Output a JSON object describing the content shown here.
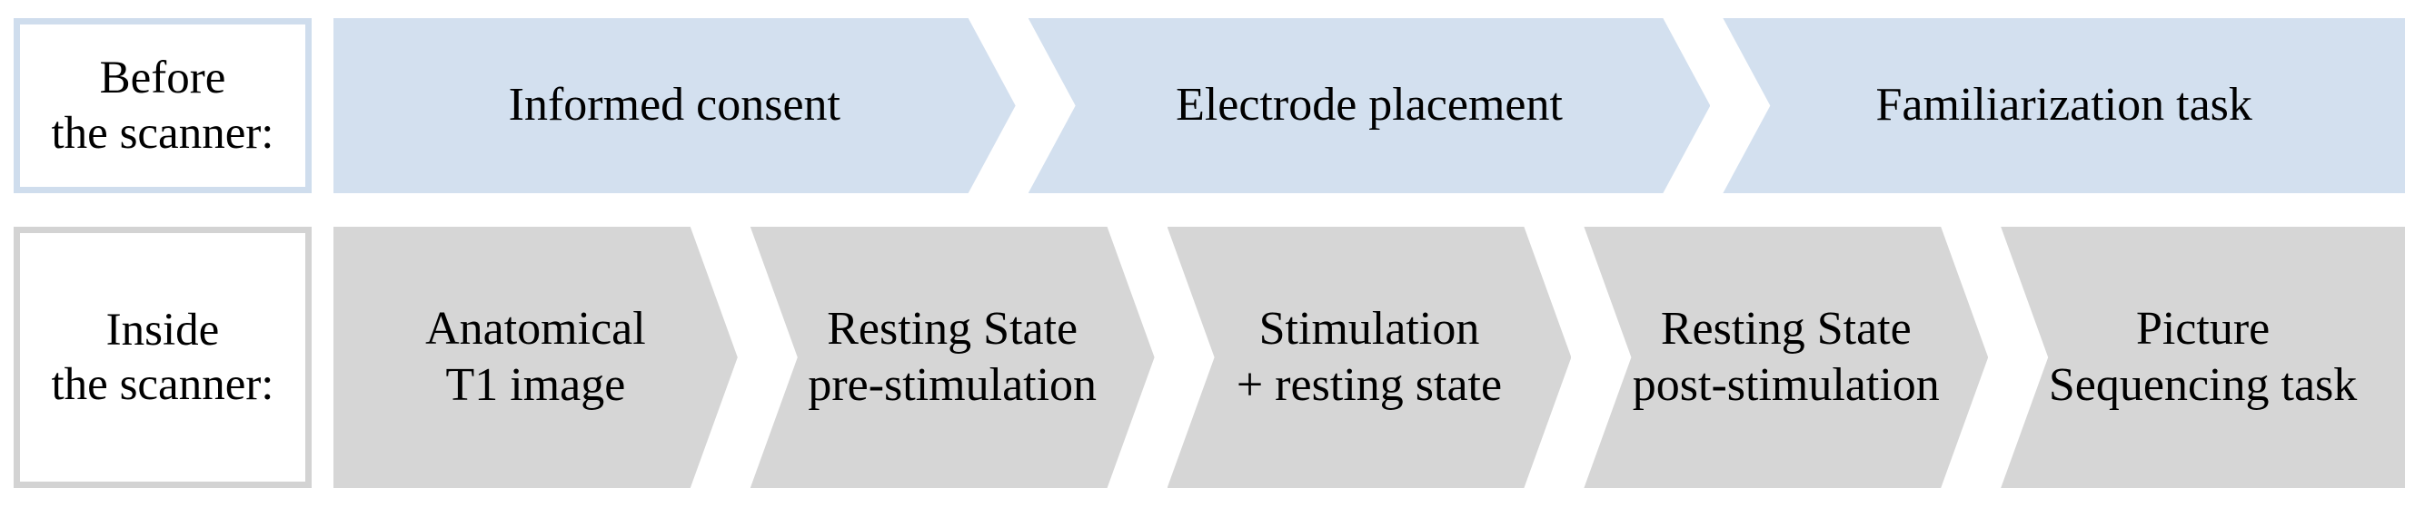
{
  "diagram": {
    "title_text": "",
    "colors": {
      "before_fill": "#d3e0ef",
      "before_border": "#cfdded",
      "inside_fill": "#d6d6d6",
      "inside_border": "#d3d3d3",
      "text": "#000000",
      "background": "#ffffff"
    }
  },
  "rows": [
    {
      "id": "before-the-scanner",
      "label": {
        "line1": "Before",
        "line2": "the scanner:"
      },
      "steps": [
        {
          "line1": "Informed consent",
          "line2": ""
        },
        {
          "line1": "Electrode placement",
          "line2": ""
        },
        {
          "line1": "Familiarization task",
          "line2": ""
        }
      ]
    },
    {
      "id": "inside-the-scanner",
      "label": {
        "line1": "Inside",
        "line2": "the scanner:"
      },
      "steps": [
        {
          "line1": "Anatomical",
          "line2": "T1 image"
        },
        {
          "line1": "Resting State",
          "line2": "pre-stimulation"
        },
        {
          "line1": "Stimulation",
          "line2": "+ resting state"
        },
        {
          "line1": "Resting State",
          "line2": "post-stimulation"
        },
        {
          "line1": "Picture",
          "line2": "Sequencing task"
        }
      ]
    }
  ]
}
